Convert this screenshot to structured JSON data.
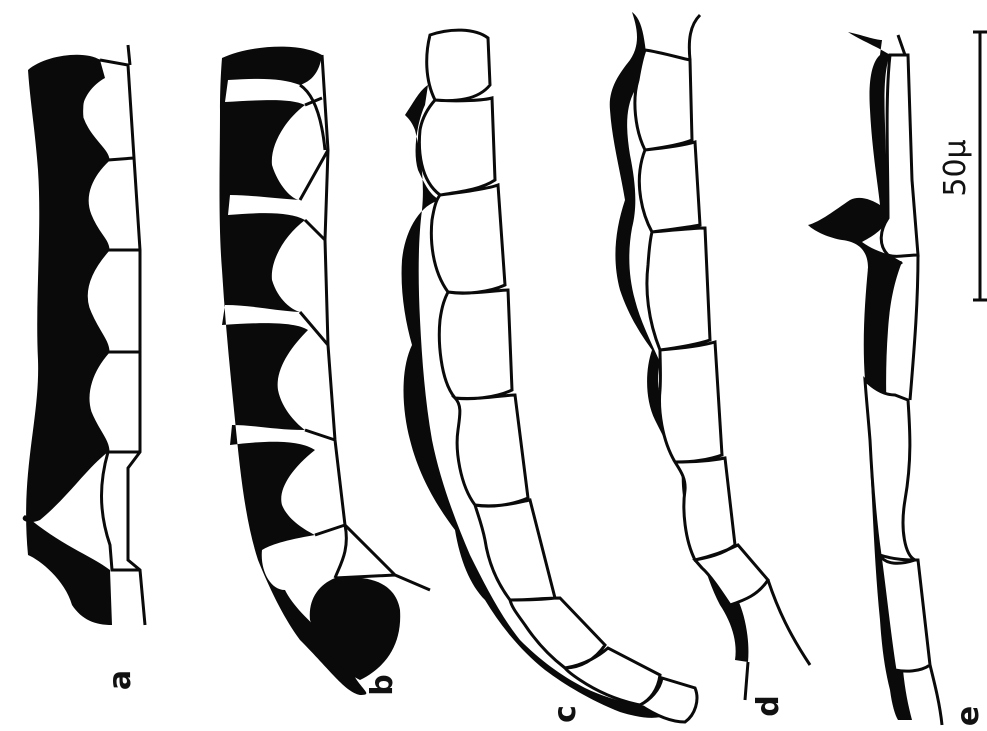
{
  "figure": {
    "panels": [
      {
        "id": "a",
        "label": "a"
      },
      {
        "id": "b",
        "label": "b"
      },
      {
        "id": "c",
        "label": "c"
      },
      {
        "id": "d",
        "label": "d"
      },
      {
        "id": "e",
        "label": "e"
      }
    ],
    "scale_bar": {
      "label": "50µ"
    },
    "colors": {
      "ink": "#0a0a0a",
      "paper": "#ffffff"
    }
  }
}
